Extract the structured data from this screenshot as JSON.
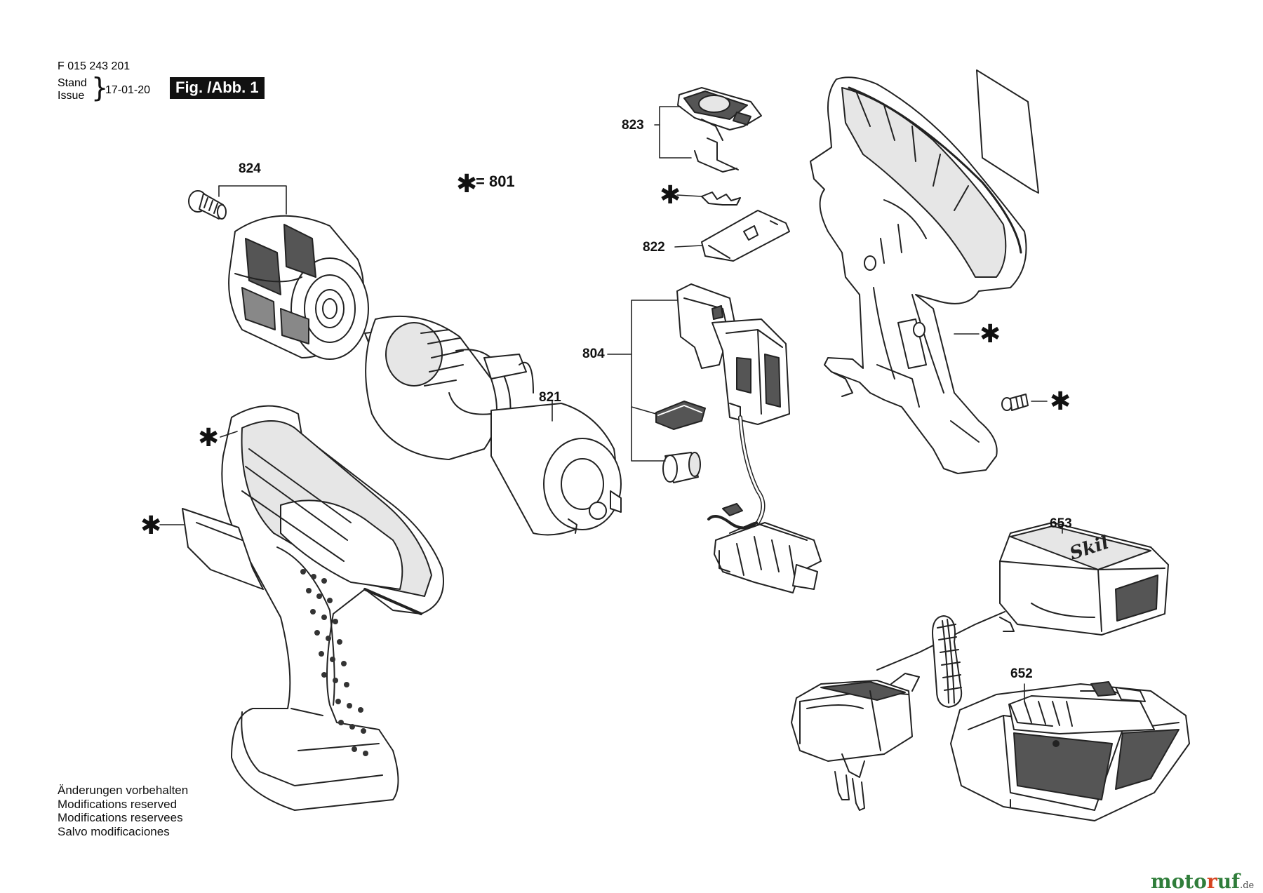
{
  "header": {
    "doc_number": "F 015 243 201",
    "stand": "Stand",
    "issue": "Issue",
    "date": "17-01-20",
    "fig": "Fig. /Abb. 1"
  },
  "legend": {
    "star": "✱",
    "eq": "= 801"
  },
  "parts": {
    "p824": "824",
    "p823": "823",
    "p822": "822",
    "p804": "804",
    "p821": "821",
    "p653": "653",
    "p652": "652",
    "star": "✱"
  },
  "notes": [
    "Änderungen vorbehalten",
    "Modifications reserved",
    "Modifications reservees",
    "Salvo modificaciones"
  ],
  "watermark": {
    "a": "moto",
    "b": "r",
    "c": "uf",
    "d": ".de"
  },
  "brand": "Skil",
  "colors": {
    "line": "#222222",
    "fill": "#ffffff",
    "shade": "#e6e6e6",
    "dark": "#555555"
  }
}
